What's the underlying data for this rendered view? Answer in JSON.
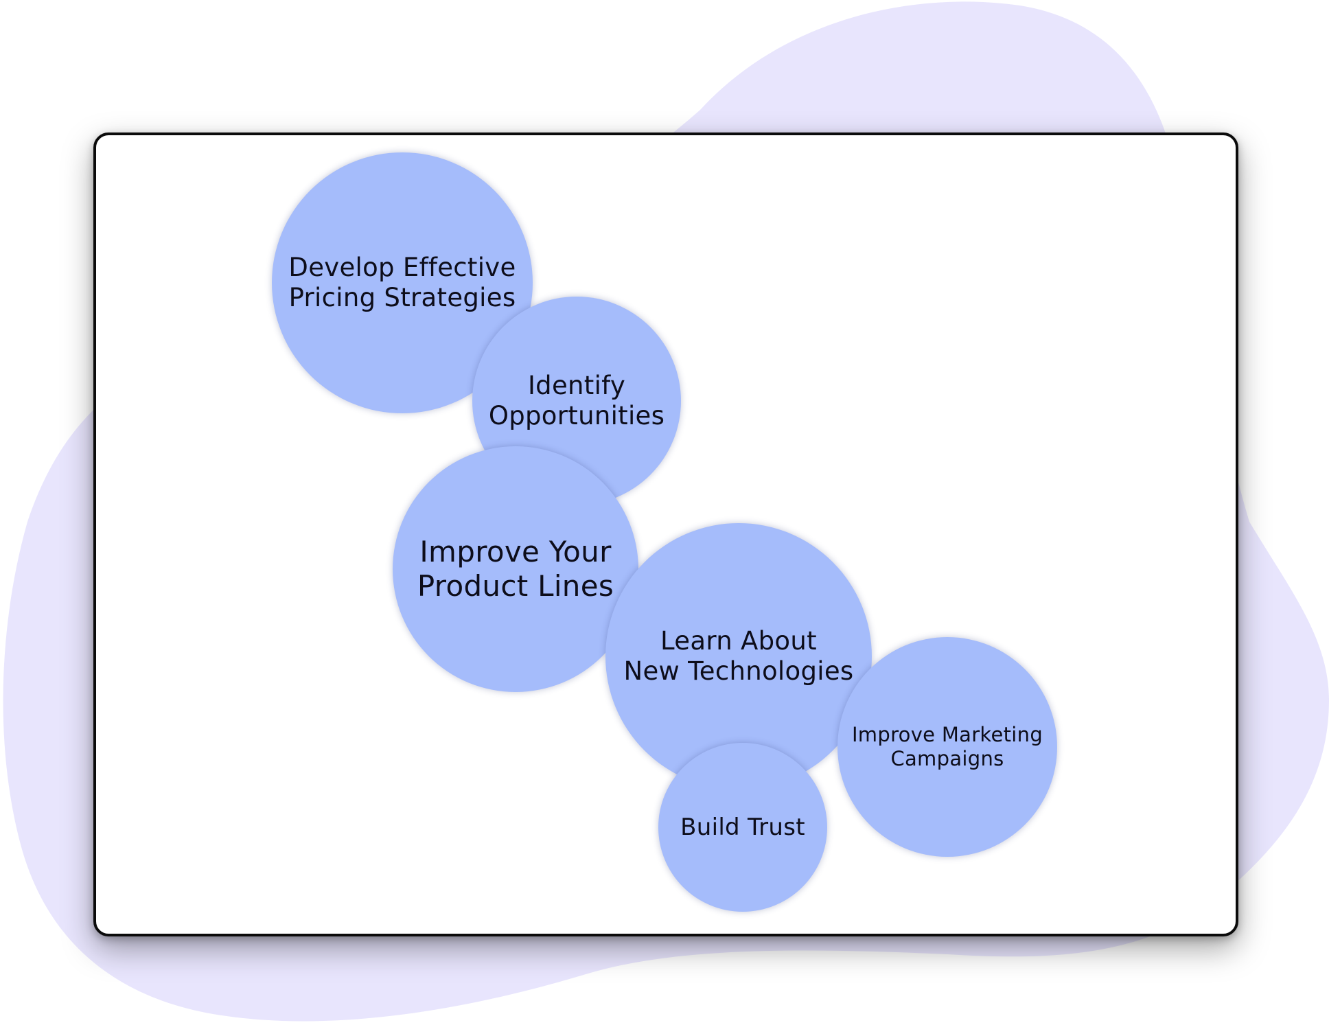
{
  "colors": {
    "background_blob": "#e8e5fd",
    "bubble_fill": "#a5bcfb",
    "card_border": "#0b0b0b",
    "text": "#0d0d1a"
  },
  "bubbles": [
    {
      "label": "Develop Effective\nPricing Strategies"
    },
    {
      "label": "Identify\nOpportunities"
    },
    {
      "label": "Improve Your\nProduct Lines"
    },
    {
      "label": "Learn About\nNew Technologies"
    },
    {
      "label": "Improve Marketing\nCampaigns"
    },
    {
      "label": "Build Trust"
    }
  ]
}
